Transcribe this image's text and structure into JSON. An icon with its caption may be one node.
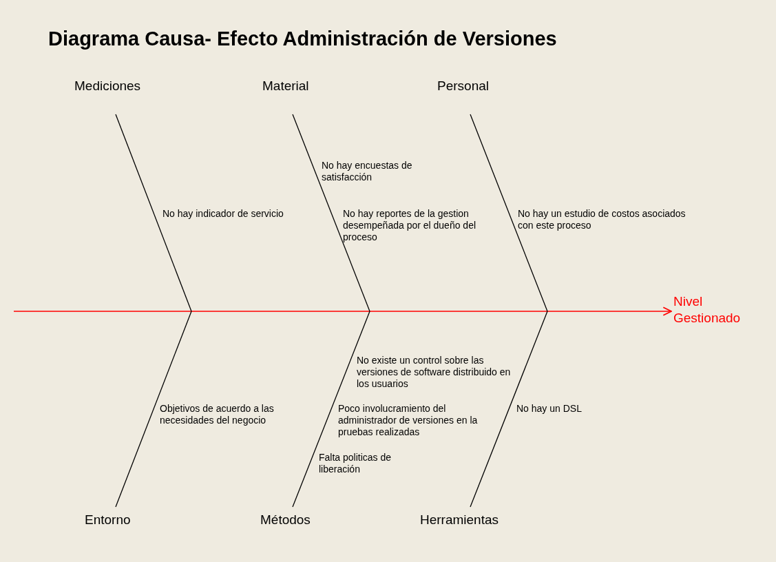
{
  "diagram": {
    "title": "Diagrama Causa- Efecto Administración de Versiones",
    "nodes": [
      {
        "text": [
          "Nivel Gestionado"
        ]
      },
      {
        "text": [
          "Mediciones"
        ]
      },
      {
        "text": [
          "Material"
        ]
      },
      {
        "text": [
          "Personal"
        ]
      },
      {
        "text": [
          "Entorno"
        ]
      },
      {
        "text": [
          "Métodos"
        ]
      },
      {
        "text": [
          "Herramientas"
        ]
      }
    ],
    "edges": [
      {
        "from": null,
        "to": 0,
        "arrow": "to",
        "color": "#ff0000"
      },
      {
        "from": 1,
        "to": null,
        "arrow": "none"
      },
      {
        "from": 2,
        "to": null,
        "arrow": "none"
      },
      {
        "from": 3,
        "to": null,
        "arrow": "none"
      },
      {
        "from": 4,
        "to": null,
        "arrow": "none"
      },
      {
        "from": 5,
        "to": null,
        "arrow": "none"
      },
      {
        "from": 6,
        "to": null,
        "arrow": "none"
      }
    ],
    "labels": [
      "No hay encuestas de satisfacción",
      "No hay indicador de servicio",
      "No hay reportes de la gestion desempeñada por el dueño del proceso",
      "No hay un estudio de costos asociados con este proceso",
      "No existe un control sobre las versiones de software distribuido en los usuarios",
      "Objetivos de acuerdo a las necesidades del negocio",
      "Poco involucramiento del administrador de versiones en la pruebas realizadas",
      "No hay un DSL",
      "Falta politicas de liberación"
    ]
  }
}
